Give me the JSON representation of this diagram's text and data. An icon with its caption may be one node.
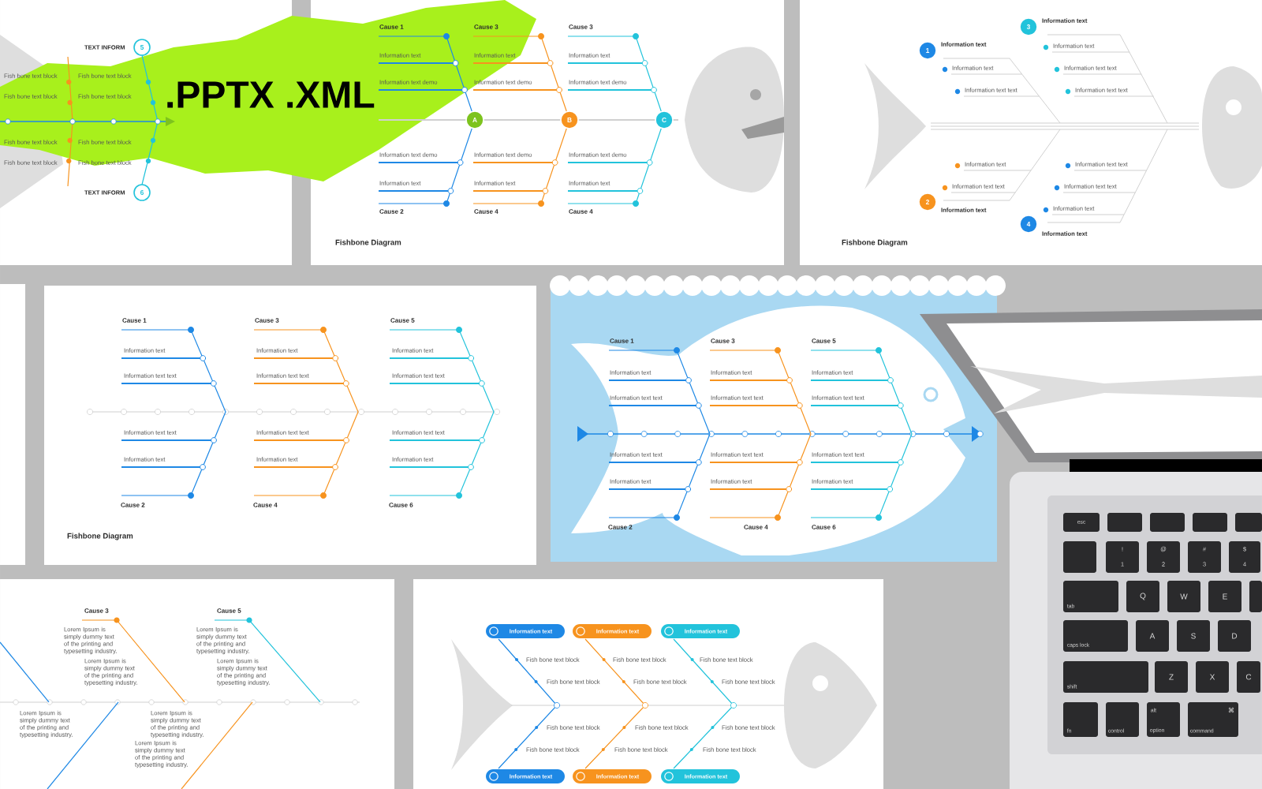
{
  "diagram": {
    "nodes": [
      {
        "text": [
          "5"
        ]
      },
      {
        "text": [
          "6"
        ]
      },
      {
        "text": [
          "A"
        ]
      },
      {
        "text": [
          "B"
        ]
      },
      {
        "text": [
          "C"
        ]
      },
      {
        "text": [
          "1"
        ],
        "beside": [
          "Information text"
        ]
      },
      {
        "text": [
          "3"
        ],
        "beside": [
          "Information text"
        ]
      },
      {
        "text": [
          "2"
        ],
        "beside": [
          "Information text"
        ]
      },
      {
        "text": [
          "4"
        ],
        "beside": [
          "Information text"
        ]
      },
      {
        "text": [
          "Information text"
        ]
      },
      {
        "text": [
          "Information text"
        ]
      },
      {
        "text": [
          "Information text"
        ]
      },
      {
        "text": [
          "Information text"
        ]
      },
      {
        "text": [
          "Information text"
        ]
      },
      {
        "text": [
          "Information text"
        ]
      }
    ],
    "labels": [
      "TEXT INFORM",
      "Fish bone text block",
      "Fish bone text block",
      "Fish bone text block",
      "Fish bone text block",
      "Fish bone text block",
      "Fish bone text block",
      "Fish bone text block",
      "Fish bone text block",
      "TEXT INFORM",
      ".PPTX",
      ".XML",
      "Cause 1",
      "Cause 3",
      "Cause 3",
      "Information text",
      "Information text",
      "Information text",
      "Information text demo",
      "Information text demo",
      "Information text demo",
      "Information text demo",
      "Information text demo",
      "Information text demo",
      "Information text",
      "Information text",
      "Information text",
      "Cause 2",
      "Cause 4",
      "Cause 4",
      "Fishbone Diagram",
      "Information text",
      "Information text",
      "Information text text",
      "Information text text",
      "Information text text",
      "Information text",
      "Information text text",
      "Information text text",
      "Information text text",
      "Information text",
      "Fishbone Diagram",
      "Cause 1",
      "Cause 3",
      "Cause 5",
      "Information text",
      "Information text",
      "Information text",
      "Information text text",
      "Information text text",
      "Information text text",
      "Information text text",
      "Information text text",
      "Information text text",
      "Information text",
      "Information text",
      "Information text",
      "Cause 2",
      "Cause 4",
      "Cause 6",
      "Fishbone Diagram",
      "Cause 1",
      "Cause 3",
      "Cause 5",
      "Information text",
      "Information text",
      "Information text",
      "Information text text",
      "Information text text",
      "Information text text",
      "Information text text",
      "Information text text",
      "Information text text",
      "Information text",
      "Information text",
      "Information text",
      "Cause 2",
      "Cause 4",
      "Cause 6",
      "esc",
      "!",
      "1",
      "@",
      "2",
      "#",
      "3",
      "$",
      "4",
      "tab",
      "Q",
      "W",
      "E",
      "caps lock",
      "A",
      "S",
      "D",
      "shift",
      "Z",
      "X",
      "C",
      "fn",
      "control",
      "alt",
      "option",
      "⌘",
      "command",
      "Cause 3",
      "Cause 5",
      "Lorem Ipsum is simply dummy text of the printing and typesetting industry.",
      "Lorem Ipsum is simply dummy text of the printing and typesetting industry.",
      "Lorem Ipsum is simply dummy text of the printing and typesetting industry.",
      "Lorem Ipsum is simply dummy text of the printing and typesetting industry.",
      "Lorem Ipsum is simply dummy text of the printing and typesetting industry.",
      "Lorem Ipsum is simply dummy text of the printing and typesetting industry.",
      "Lorem Ipsum is simply dummy text of the printing and typesetting industry.",
      "Fish bone text block",
      "Fish bone text block",
      "Fish bone text block",
      "Fish bone text block",
      "Fish bone text block",
      "Fish bone text block",
      "Fish bone text block",
      "Fish bone text block",
      "Fish bone text block",
      "Fish bone text block",
      "Fish bone text block",
      "Fish bone text block"
    ]
  }
}
